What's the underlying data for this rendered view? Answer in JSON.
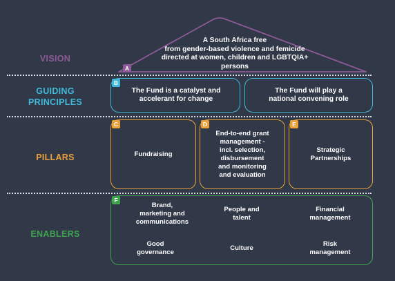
{
  "colors": {
    "background": "#313848",
    "vision": "#8c5a96",
    "guiding": "#41b9d8",
    "pillars": "#e9a13a",
    "enablers": "#3ea24f"
  },
  "vision": {
    "label": "VISION",
    "badge": "A",
    "text": "A South Africa free\nfrom gender-based violence and femicide\ndirected at women, children and LGBTQIA+ persons"
  },
  "guiding": {
    "label": "GUIDING\nPRINCIPLES",
    "badge": "B",
    "items": [
      "The Fund is a catalyst and\naccelerant for change",
      "The Fund will play a\nnational convening role"
    ]
  },
  "pillars": {
    "label": "PILLARS",
    "items": [
      {
        "badge": "C",
        "text": "Fundraising"
      },
      {
        "badge": "D",
        "text": "End-to-end grant\nmanagement -\nincl. selection,\ndisbursement\nand monitoring\nand evaluation"
      },
      {
        "badge": "E",
        "text": "Strategic\nPartnerships"
      }
    ]
  },
  "enablers": {
    "label": "ENABLERS",
    "badge": "F",
    "items": [
      "Brand,\nmarketing and\ncommunications",
      "People and\ntalent",
      "Financial\nmanagement",
      "Good\ngovernance",
      "Culture",
      "Risk\nmanagement"
    ]
  }
}
